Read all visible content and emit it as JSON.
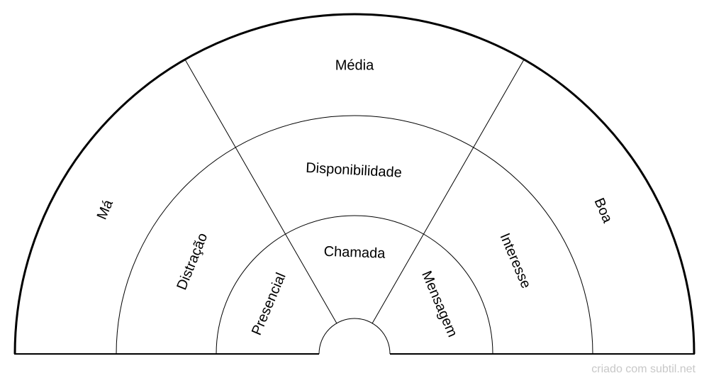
{
  "rings": {
    "inner": [
      "Presencial",
      "Chamada",
      "Mensagem"
    ],
    "middle": [
      "Distração",
      "Disponibilidade",
      "Interesse"
    ],
    "outer": [
      "Má",
      "Média",
      "Boa"
    ]
  },
  "credit": "criado com subtil.net"
}
